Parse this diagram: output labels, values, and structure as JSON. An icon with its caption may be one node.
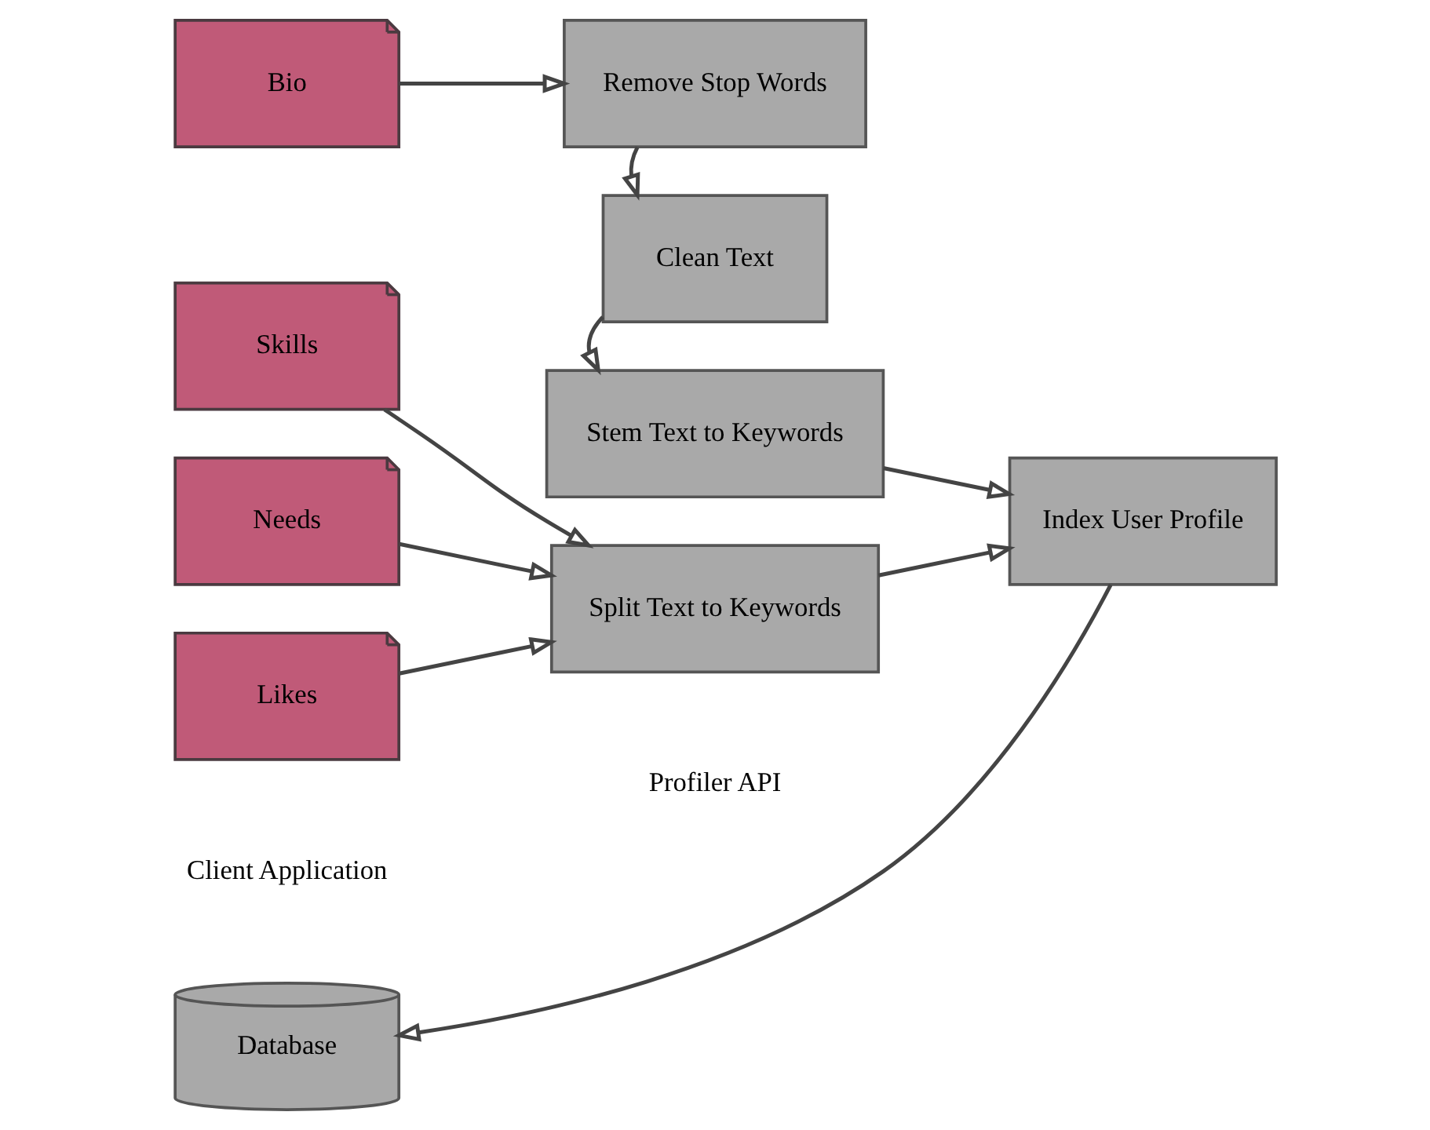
{
  "diagram": {
    "nodes": [
      {
        "text": [
          "Bio"
        ]
      },
      {
        "text": [
          "Skills"
        ]
      },
      {
        "text": [
          "Needs"
        ]
      },
      {
        "text": [
          "Likes"
        ]
      },
      {
        "text": [
          "Remove Stop Words"
        ]
      },
      {
        "text": [
          "Clean Text"
        ]
      },
      {
        "text": [
          "Stem Text to Keywords"
        ]
      },
      {
        "text": [
          "Split Text to Keywords"
        ]
      },
      {
        "text": [
          "Index User Profile"
        ]
      },
      {
        "text": [
          "Database"
        ]
      }
    ],
    "edges": [
      {
        "from": 0,
        "to": 4,
        "arrow": "to"
      },
      {
        "from": 4,
        "to": 5,
        "arrow": "to"
      },
      {
        "from": 5,
        "to": 6,
        "arrow": "to"
      },
      {
        "from": 1,
        "to": 7,
        "arrow": "to"
      },
      {
        "from": 2,
        "to": 7,
        "arrow": "to"
      },
      {
        "from": 3,
        "to": 7,
        "arrow": "to"
      },
      {
        "from": 6,
        "to": 8,
        "arrow": "to"
      },
      {
        "from": 7,
        "to": 8,
        "arrow": "to"
      },
      {
        "from": 8,
        "to": 9,
        "arrow": "to"
      }
    ],
    "labels": [
      "Client Application",
      "Profiler API"
    ]
  }
}
